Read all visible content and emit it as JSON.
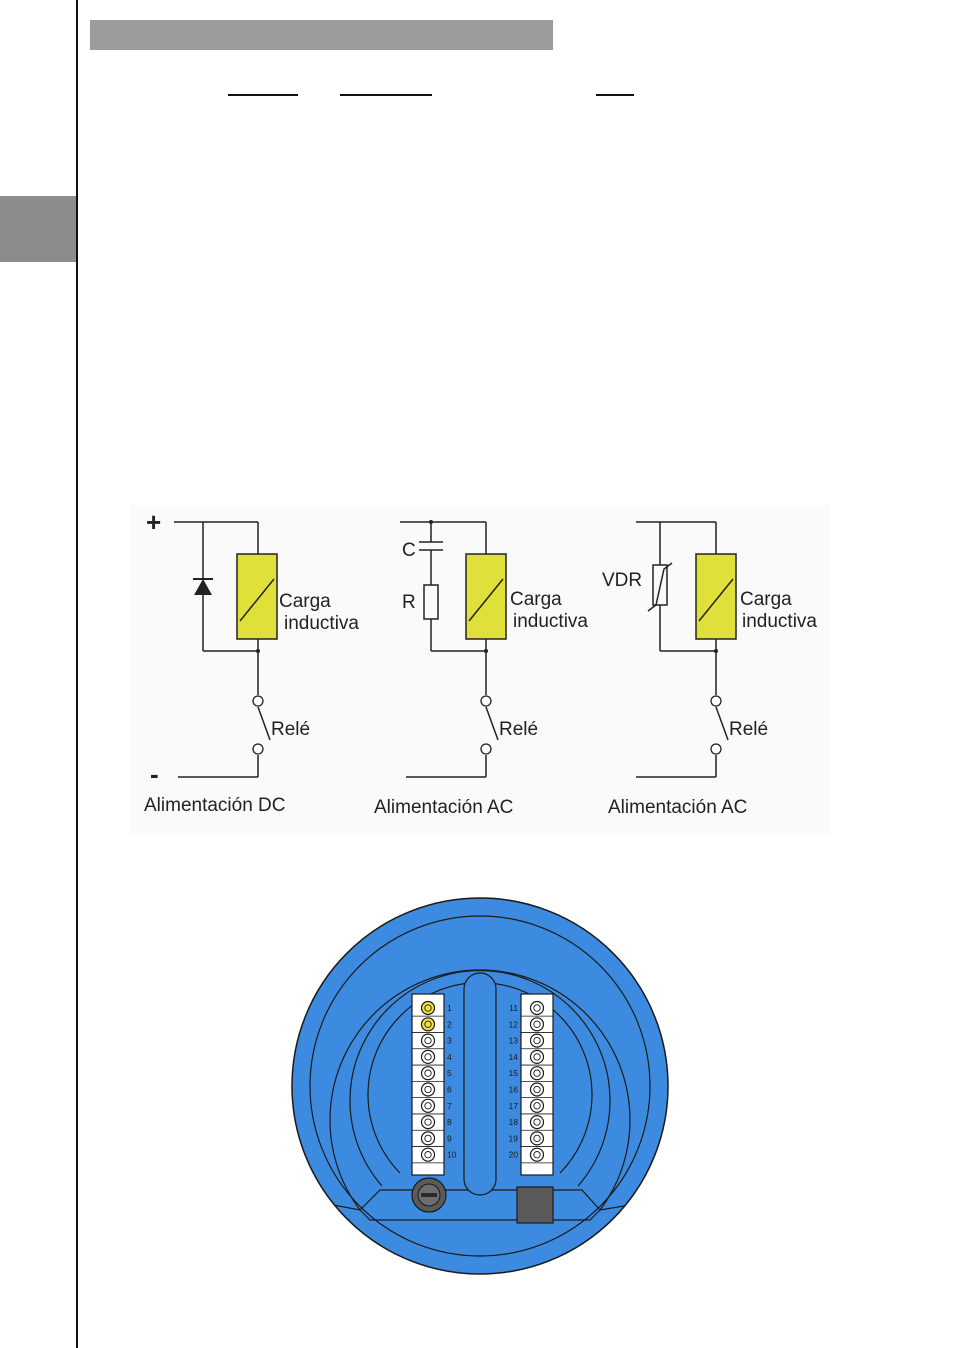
{
  "circuits": [
    {
      "supply_label": "Alimentación DC",
      "plus_label": "+",
      "minus_label": "-",
      "load_label_1": "Carga",
      "load_label_2": "inductiva",
      "relay_label": "Relé"
    },
    {
      "supply_label": "Alimentación AC",
      "c_label": "C",
      "r_label": "R",
      "load_label_1": "Carga",
      "load_label_2": "inductiva",
      "relay_label": "Relé"
    },
    {
      "supply_label": "Alimentación AC",
      "vdr_label": "VDR",
      "load_label_1": "Carga",
      "load_label_2": "inductiva",
      "relay_label": "Relé"
    }
  ],
  "terminal_block": {
    "left_numbers": [
      "1",
      "2",
      "3",
      "4",
      "5",
      "6",
      "7",
      "8",
      "9",
      "10"
    ],
    "right_numbers": [
      "11",
      "12",
      "13",
      "14",
      "15",
      "16",
      "17",
      "18",
      "19",
      "20"
    ],
    "highlighted_terminals": [
      "1",
      "2"
    ]
  },
  "colors": {
    "load_fill": "#dfe13a",
    "housing_blue": "#3d8be0",
    "highlight": "#f2e23a",
    "header_bar": "#9c9c9c",
    "side_tab": "#8c8c8c"
  }
}
